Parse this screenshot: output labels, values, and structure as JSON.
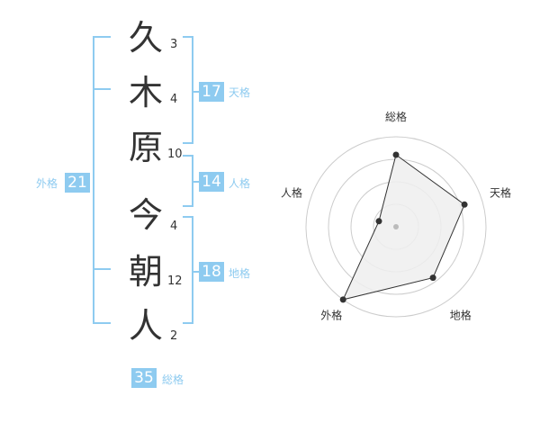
{
  "name": {
    "chars": [
      {
        "char": "久",
        "strokes": "3"
      },
      {
        "char": "木",
        "strokes": "4"
      },
      {
        "char": "原",
        "strokes": "10"
      },
      {
        "char": "今",
        "strokes": "4"
      },
      {
        "char": "朝",
        "strokes": "12"
      },
      {
        "char": "人",
        "strokes": "2"
      }
    ]
  },
  "fortunes": {
    "tenkaku": {
      "value": "17",
      "label": "天格"
    },
    "jinkaku": {
      "value": "14",
      "label": "人格"
    },
    "chikaku": {
      "value": "18",
      "label": "地格"
    },
    "gaikaku": {
      "value": "21",
      "label": "外格"
    },
    "soukaku": {
      "value": "35",
      "label": "総格"
    }
  },
  "colors": {
    "accent": "#8ecbf0",
    "text": "#333333",
    "grid": "#cccccc",
    "fill": "#eeeeee"
  },
  "chart_data": {
    "type": "radar",
    "axes": [
      "総格",
      "天格",
      "地格",
      "外格",
      "人格"
    ],
    "values": [
      4,
      4,
      3.5,
      5,
      1
    ],
    "rmax": 5,
    "rings": 4
  }
}
